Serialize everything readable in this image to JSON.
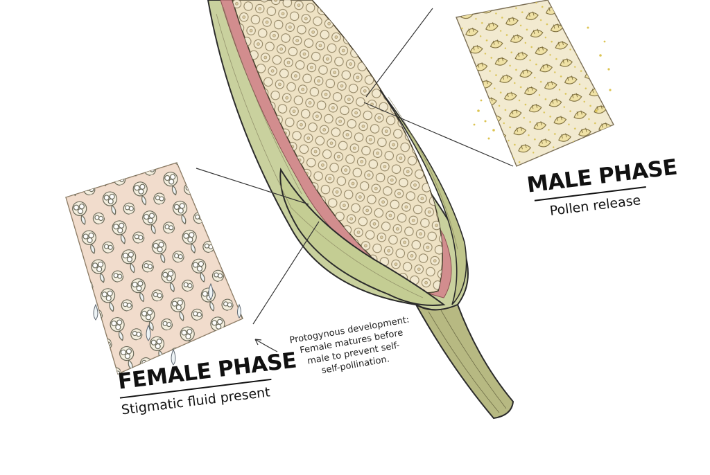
{
  "labels": {
    "female_title": "FEMALE PHASE",
    "female_subtitle": "Stigmatic fluid present",
    "male_title": "MALE PHASE",
    "male_subtitle": "Pollen release"
  },
  "note": {
    "lines": [
      "Protogynous development:",
      "Female matures before",
      "male to prevent self-",
      "self-pollination."
    ]
  },
  "colors": {
    "spathe_green": "#cdd6a0",
    "spathe_pink": "#c97d80",
    "spadix_cream": "#eee2c4",
    "stalk": "#b7b982",
    "pollen": "#e2cc6a",
    "fluid": "#dfe6ea",
    "ink": "#2b2b2b"
  }
}
